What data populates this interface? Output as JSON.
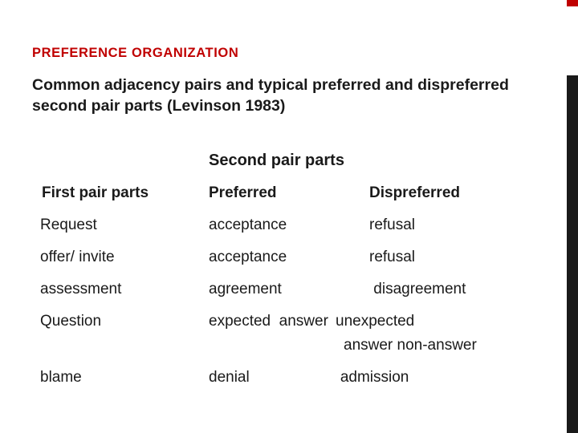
{
  "slide": {
    "title": "PREFERENCE ORGANIZATION",
    "subtitle": "Common adjacency pairs and typical preferred and dispreferred second pair parts (Levinson 1983)",
    "second_pair_heading": "Second pair parts",
    "colors": {
      "accent_red": "#c00000",
      "text": "#1a1a1a",
      "bar_black": "#1a1a1a"
    },
    "table": {
      "headers": [
        "First pair parts",
        "Preferred",
        "Dispreferred"
      ],
      "rows": [
        {
          "first": "Request",
          "preferred": "acceptance",
          "dispreferred": "refusal"
        },
        {
          "first": "offer/ invite",
          "preferred": "acceptance",
          "dispreferred": "refusal"
        },
        {
          "first": "assessment",
          "preferred": "agreement",
          "dispreferred": " disagreement"
        },
        {
          "first": "Question",
          "preferred": "expected  answer",
          "dispreferred": "unexpected"
        },
        {
          "first": "blame",
          "preferred": "denial",
          "dispreferred": "   admission"
        }
      ],
      "question_wrap_line": "answer non-answer"
    }
  }
}
